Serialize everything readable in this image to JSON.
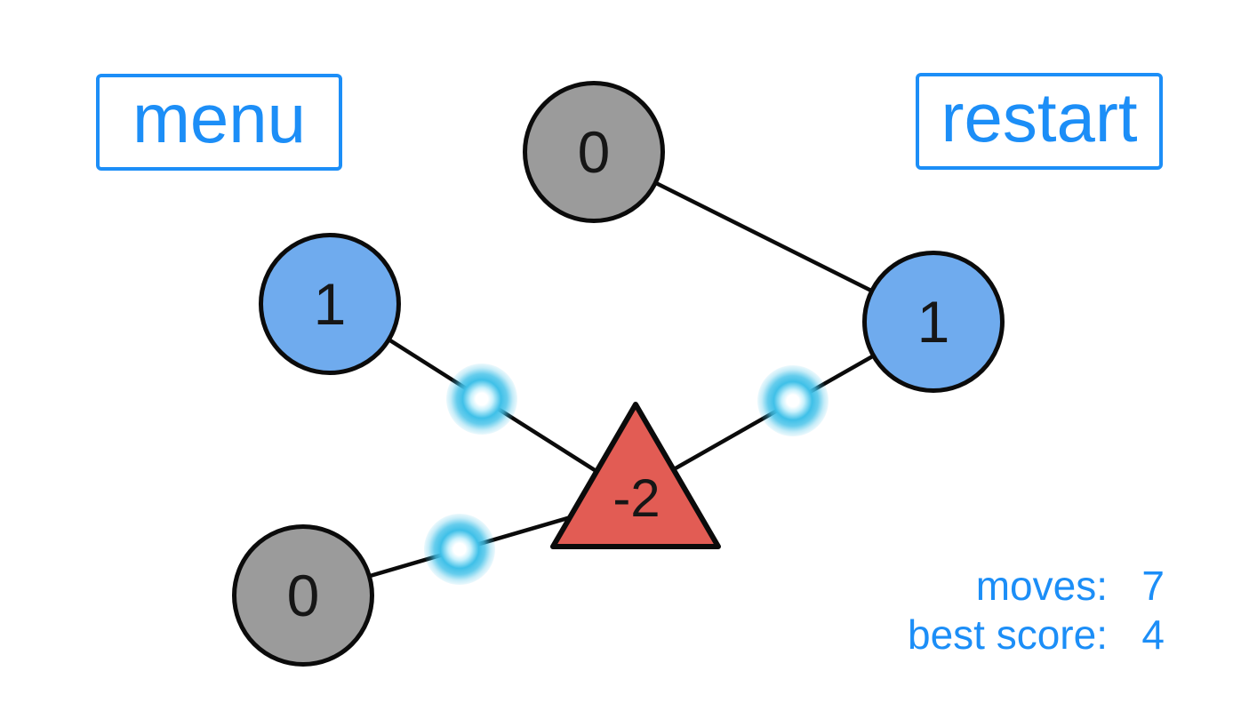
{
  "buttons": {
    "menu_label": "menu",
    "restart_label": "restart"
  },
  "hud": {
    "rows": [
      {
        "label": "moves:",
        "value": "7"
      },
      {
        "label": "best score:",
        "value": "4"
      }
    ]
  },
  "colors": {
    "accent_blue": "#1c8ef7",
    "node_gray": "#9b9b9b",
    "node_blue": "#6fabee",
    "triangle_red": "#e25c54",
    "glow_cyan": "#3fc0e8",
    "edge_black": "#0b0b0b",
    "background": "#ffffff"
  },
  "graph": {
    "nodes": [
      {
        "id": "top",
        "shape": "circle",
        "color": "gray",
        "value": "0"
      },
      {
        "id": "left",
        "shape": "circle",
        "color": "blue",
        "value": "1"
      },
      {
        "id": "right",
        "shape": "circle",
        "color": "blue",
        "value": "1"
      },
      {
        "id": "bottom",
        "shape": "circle",
        "color": "gray",
        "value": "0"
      },
      {
        "id": "center",
        "shape": "triangle",
        "color": "red",
        "value": "-2"
      }
    ],
    "edges": [
      {
        "from": "top",
        "to": "right",
        "has_glow_dot": false
      },
      {
        "from": "left",
        "to": "center",
        "has_glow_dot": true
      },
      {
        "from": "right",
        "to": "center",
        "has_glow_dot": true
      },
      {
        "from": "bottom",
        "to": "center",
        "has_glow_dot": true
      }
    ]
  }
}
